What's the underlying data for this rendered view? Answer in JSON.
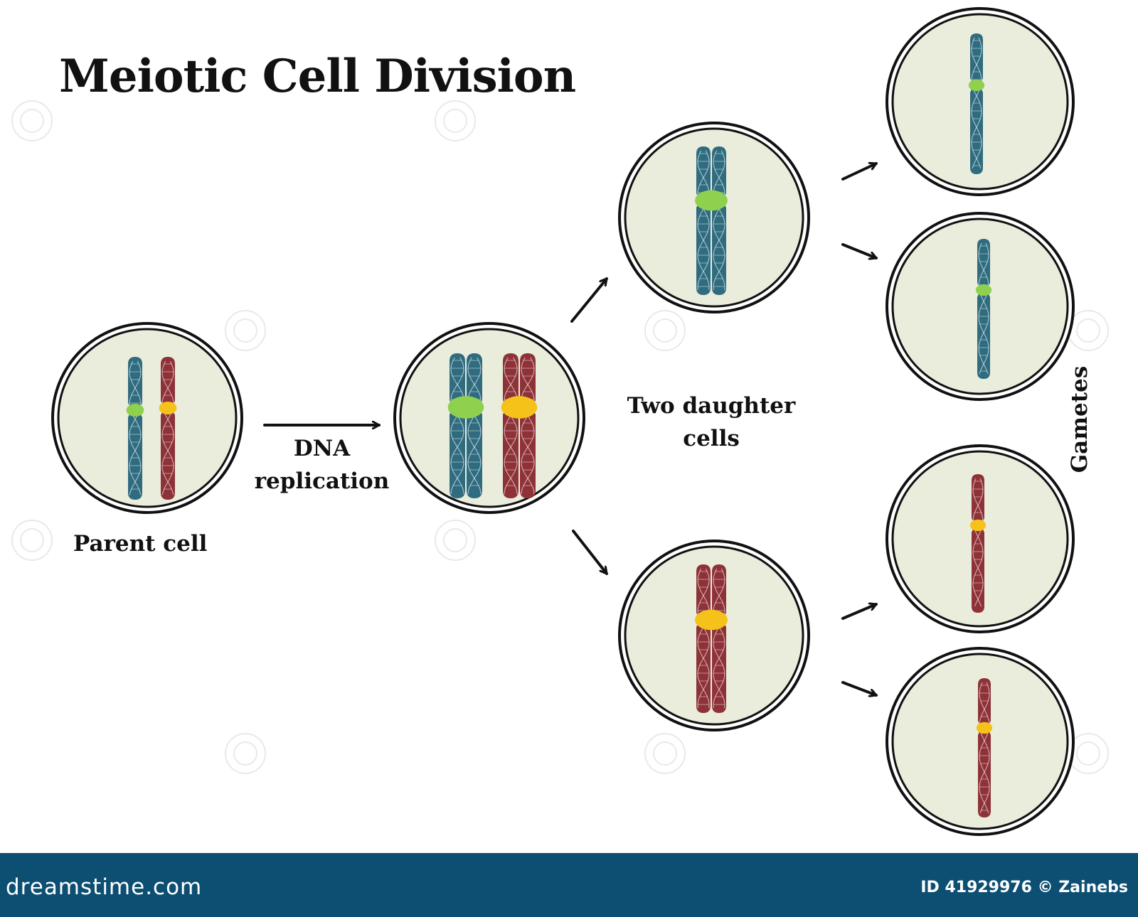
{
  "title": "Meiotic Cell Division",
  "labels": {
    "parent": "Parent cell",
    "dna_line1": "DNA",
    "dna_line2": "replication",
    "daughter_line1": "Two daughter",
    "daughter_line2": "cells",
    "gametes": "Gametes"
  },
  "footer": {
    "brand": "dreamstime.com",
    "credit": "ID 41929976 © Zainebs"
  },
  "colors": {
    "blue_chromosome": "#2f6c80",
    "red_chromosome": "#8e3237",
    "green_centromere": "#8fd14f",
    "yellow_centromere": "#f5c21a",
    "cell_fill": "#eaeddc",
    "footer_bg": "#0d4f73"
  }
}
